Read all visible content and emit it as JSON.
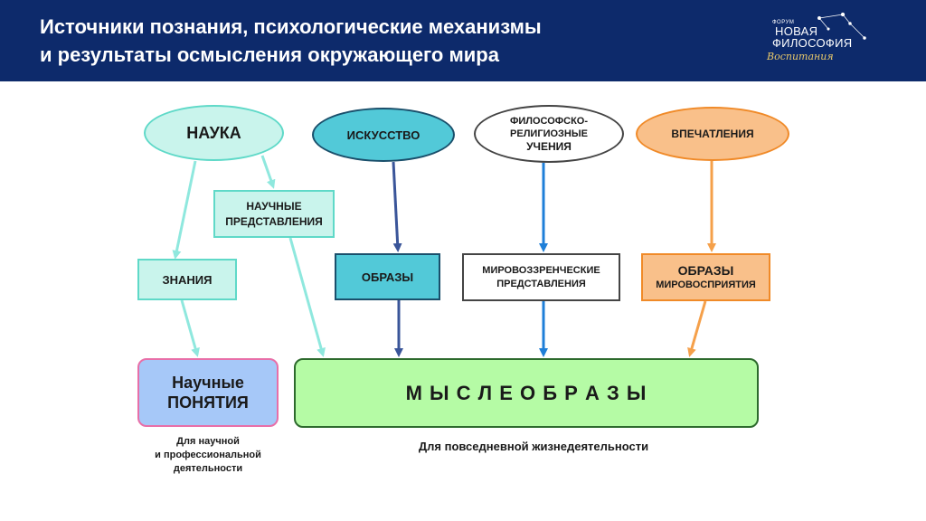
{
  "slide": {
    "title_line1": "Источники познания, психологические механизмы",
    "title_line2": "и результаты осмысления окружающего мира",
    "logo": {
      "forum": "ФОРУМ",
      "line1": "НОВАЯ",
      "line2": "ФИЛОСОФИЯ",
      "script": "Воспитания"
    }
  },
  "diagram": {
    "sources": {
      "science": "НАУКА",
      "art": "ИСКУССТВО",
      "philosophy_l1": "ФИЛОСОФСКО-",
      "philosophy_l2": "РЕЛИГИОЗНЫЕ",
      "philosophy_l3": "УЧЕНИЯ",
      "impressions": "ВПЕЧАТЛЕНИЯ"
    },
    "middle": {
      "scientific_views_l1": "НАУЧНЫЕ",
      "scientific_views_l2": "ПРЕДСТАВЛЕНИЯ",
      "knowledge": "ЗНАНИЯ",
      "images": "ОБРАЗЫ",
      "worldview_l1": "МИРОВОЗЗРЕНЧЕСКИЕ",
      "worldview_l2": "ПРЕДСТАВЛЕНИЯ",
      "perception_l1": "ОБРАЗЫ",
      "perception_l2": "МИРОВОСПРИЯТИЯ"
    },
    "results": {
      "concepts_l1": "Научные",
      "concepts_l2": "ПОНЯТИЯ",
      "thought_images": "М Ы С Л Е О Б Р А З Ы"
    },
    "captions": {
      "professional_l1": "Для научной",
      "professional_l2": "и профессиональной",
      "professional_l3": "деятельности",
      "everyday": "Для повседневной жизнедеятельности"
    },
    "colors": {
      "header_bg": "#0d2a6b",
      "science": "#c9f4ec",
      "science_border": "#5fd9c8",
      "art": "#52c9d8",
      "art_border": "#1a4f6b",
      "philosophy_border": "#444444",
      "impressions": "#f9c08a",
      "impressions_border": "#f08a28",
      "concepts": "#a6c8f8",
      "concepts_border": "#e86fa8",
      "thought_images": "#b5fba5",
      "thought_images_border": "#2d6a2d"
    }
  }
}
